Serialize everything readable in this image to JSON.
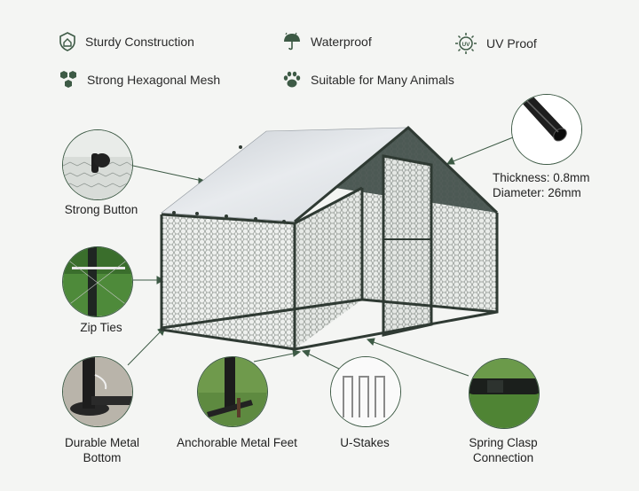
{
  "features": [
    {
      "label": "Sturdy Construction",
      "icon": "shield-house-icon"
    },
    {
      "label": "Waterproof",
      "icon": "umbrella-icon"
    },
    {
      "label": "UV Proof",
      "icon": "uv-sun-icon"
    },
    {
      "label": "Strong Hexagonal Mesh",
      "icon": "hexagon-mesh-icon"
    },
    {
      "label": "Suitable for Many Animals",
      "icon": "paw-icon"
    }
  ],
  "callouts": {
    "button": "Strong Button",
    "zip": "Zip Ties",
    "bottom_line1": "Durable Metal",
    "bottom_line2": "Bottom",
    "feet": "Anchorable Metal Feet",
    "stakes": "U-Stakes",
    "clasp_line1": "Spring Clasp",
    "clasp_line2": "Connection",
    "thickness": "Thickness: 0.8mm",
    "diameter": "Diameter: 26mm"
  },
  "colors": {
    "accent": "#3d5a45",
    "frame": "#2f3a33",
    "roof": "#d9dde2"
  }
}
